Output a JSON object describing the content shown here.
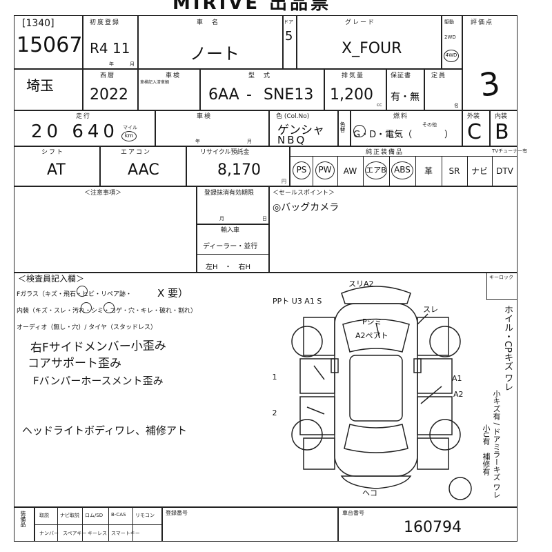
{
  "sheet_title": "MIRIVE 出品票",
  "lot": {
    "code": "[1340]",
    "number": "15067"
  },
  "first_reg": {
    "label": "初度登録",
    "value": "R4  11",
    "unit_year": "年",
    "unit_month": "月"
  },
  "car_name": {
    "label": "車　名",
    "value": "ノート"
  },
  "doors": {
    "label": "ドア",
    "value": "5"
  },
  "grade": {
    "label": "グレード",
    "value": "X_FOUR"
  },
  "drive": {
    "label": "駆動",
    "opt1": "2WD",
    "opt2": "4WD"
  },
  "score": {
    "label": "評価点",
    "value": "3"
  },
  "region": {
    "value": "埼玉"
  },
  "model_year": {
    "label": "西暦",
    "value": "2022"
  },
  "inspection": {
    "label": "車検",
    "sub": "車検記入済車輌"
  },
  "model": {
    "label": "型　式",
    "value1": "6AA",
    "value2": "SNE13"
  },
  "displacement": {
    "label": "排気量",
    "value": "1,200",
    "unit": "cc"
  },
  "warranty": {
    "label": "保証書",
    "value": "有・無"
  },
  "capacity": {
    "label": "定員",
    "unit": "名"
  },
  "mileage": {
    "label": "走行",
    "value": "20 640",
    "unit_mile": "マイル",
    "unit_km": "km"
  },
  "inspection_date": {
    "label": "車検",
    "unit_year": "年",
    "unit_month": "月"
  },
  "color": {
    "label": "色 (Col.No)",
    "value": "ゲンシャ",
    "code": "NBQ",
    "change_label": "色替"
  },
  "fuel": {
    "label": "燃料",
    "value": "G・D・電気（",
    "other": "その他",
    "close": "）"
  },
  "exterior": {
    "label": "外装",
    "value": "C"
  },
  "interior": {
    "label": "内装",
    "value": "B"
  },
  "shift": {
    "label": "シフト",
    "value": "AT"
  },
  "aircon": {
    "label": "エアコン",
    "value": "AAC"
  },
  "recycle": {
    "label": "リサイクル預託金",
    "value": "8,170",
    "unit": "円"
  },
  "equipment": {
    "label": "純正装備品",
    "tuner_label": "TVチューナー有",
    "items": [
      "PS",
      "PW",
      "AW",
      "エアB",
      "ABS",
      "革",
      "SR",
      "ナビ",
      "DTV"
    ]
  },
  "caution": {
    "label": "＜注意事項＞"
  },
  "reg_expiry": {
    "label": "登録抹消有効期限",
    "unit_month": "月",
    "unit_day": "日"
  },
  "import": {
    "label": "輸入車",
    "dealer": "ディーラー・並行",
    "steering": "左H　・　右H"
  },
  "sales_point": {
    "label": "＜セールスポイント＞",
    "value": "◎バッグカメラ"
  },
  "inspector": {
    "label": "＜検査員記入欄＞",
    "line1": "Fガラス（キズ・飛石・ヒビ・リペア跡・",
    "line1_mark": "X 要）",
    "line2": "内装（キズ・スレ・汚れ・シミ・コゲ・穴・キレ・破れ・割れ）",
    "line3": "オーディオ（無し・穴）/ タイヤ（スタッドレス）"
  },
  "notes": [
    "右Fサイドメンバー小歪み",
    "コアサポート歪み",
    "Fバンパーホースメント歪み",
    "ヘッドライトボディワレ、補修アト"
  ],
  "key_label": "キーロック",
  "side_notes": {
    "col1": "ホイル・CPキズ ワレ",
    "col2": "小キズ有 / ドアミラーキズ ワレ",
    "col3": "小U有　補修有"
  },
  "diagram_marks": [
    "スリA2",
    "PPト U3 A1 S",
    "スレ",
    "A2ペアト",
    "Pシミ",
    "ヘコ",
    "A1",
    "A2",
    "A1",
    "A2"
  ],
  "footer": {
    "label": "装備品",
    "top": [
      "取説",
      "ナビ取説",
      "ロム/SD",
      "B-CAS",
      "リモコン"
    ],
    "bottom": [
      "ナンバー",
      "スペアキー",
      "キーレス",
      "スマートキー"
    ],
    "reg_no_label": "登録番号",
    "chassis_label": "車台番号",
    "chassis_value": "160794"
  }
}
